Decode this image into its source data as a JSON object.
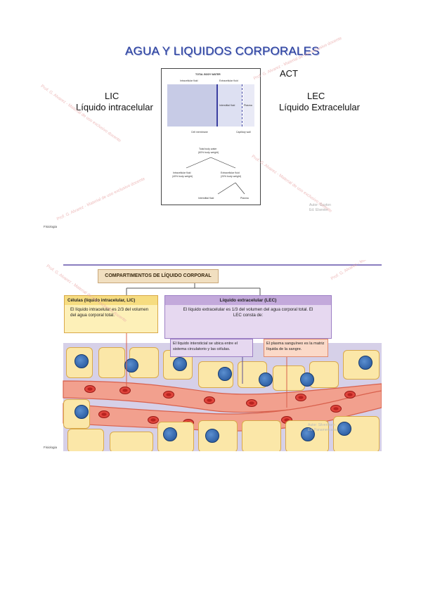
{
  "slide1": {
    "title": "AGUA Y LIQUIDOS CORPORALES",
    "act_label": "ACT",
    "lic_abbr": "LIC",
    "lic_full": "Líquido intracelular",
    "lec_abbr": "LEC",
    "lec_full": "Líquido Extracelular",
    "figure": {
      "heading": "TOTAL BODY WATER",
      "intracellular_fluid": "Intracellular fluid",
      "extracellular_fluid": "Extracellular fluid",
      "interstitial_fluid": "Interstitial fluid",
      "plasma": "Plasma",
      "cell_membrane": "Cell membrane",
      "capillary_wall": "Capillary wall",
      "total_line1": "Total body water",
      "total_line2": "(60% body weight)",
      "icf_line1": "Intracellular fluid",
      "icf_line2": "(40% body weight)",
      "ecf_line1": "Extracellular fluid",
      "ecf_line2": "(20% body weight)",
      "leaf_interstitial": "Interstitial fluid",
      "leaf_plasma": "Plasma"
    },
    "credit_line1": "Autor: Guyton",
    "credit_line2": "Ed. Elsevier",
    "footer": "Fisiologia"
  },
  "slide2": {
    "top_box": "COMPARTIMENTOS DE LÍQUIDO CORPORAL",
    "lic_box": {
      "title": "Células (líquido intracelular, LIC)",
      "text": "El líquido intracelular es 2/3 del volumen del agua corporal total."
    },
    "lec_box": {
      "title": "Líquido extracelular (LEC)",
      "text": "El líquido extracelular es 1/3 del volumen del agua corporal total. El LEC consta de:"
    },
    "interstitial_box": "El líquido intersticial se ubica entre el sistema circulatorio y las células.",
    "plasma_box": "El plasma sanguíneo es la matriz líquida de la sangre.",
    "credit_line1": "Autor: Silverthorn",
    "credit_line2": "Ed. Panamericana",
    "footer": "Fisiologia"
  },
  "watermark": "Prof. G. Alvarez - Material de uso exclusivo docente",
  "colors": {
    "title_blue": "#2a3f9e",
    "box_tan": "#f1dfc0",
    "lic_box": "#fdf0b8",
    "lec_box": "#e6d8f0",
    "lec_header": "#c3a9db",
    "plasma_box": "#fbd9c8",
    "vessel_red": "#f2a08e",
    "cell_yellow": "#fbe7a8",
    "nucleus_blue": "#2a62b0"
  }
}
